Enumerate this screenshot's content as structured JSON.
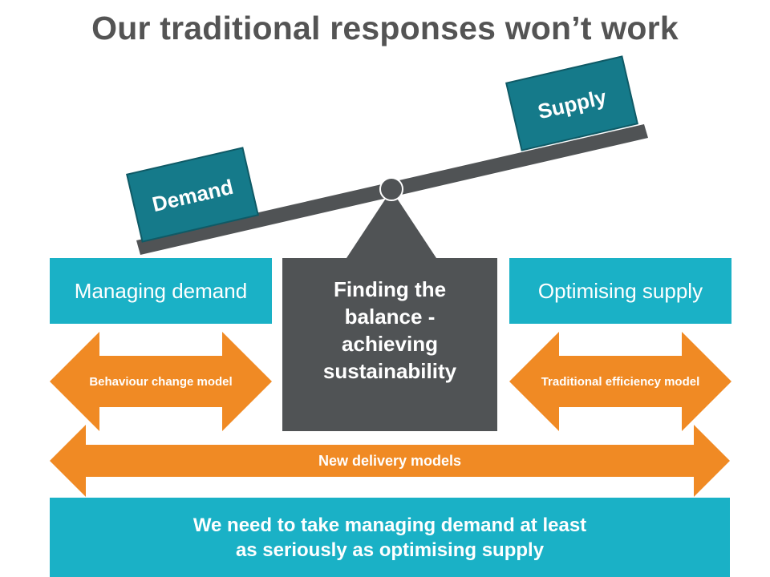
{
  "title": "Our traditional responses won’t work",
  "scale": {
    "demand_label": "Demand",
    "supply_label": "Supply"
  },
  "boxes": {
    "managing_demand": "Managing demand",
    "balance": "Finding the balance - achieving sustainability",
    "optimising_supply": "Optimising supply"
  },
  "arrows": {
    "behaviour": "Behaviour change model",
    "efficiency": "Traditional efficiency model",
    "delivery": "New delivery models"
  },
  "footer": {
    "line1": "We need to take managing demand at least",
    "line2": "as seriously as optimising supply"
  },
  "colors": {
    "teal": "#1ab1c6",
    "dark_teal": "#157a8a",
    "dark_grey": "#505355",
    "orange": "#f08a24",
    "title_grey": "#545454"
  }
}
